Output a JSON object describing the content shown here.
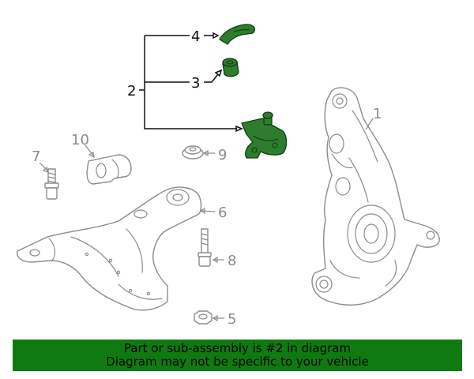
{
  "callouts": {
    "c1": "1",
    "c2": "2",
    "c3": "3",
    "c4": "4",
    "c5": "5",
    "c6": "6",
    "c7": "7",
    "c8": "8",
    "c9": "9",
    "c10": "10"
  },
  "banner": {
    "line1": "Part or sub-assembly is #2 in diagram",
    "line2": "Diagram may not be specific to your vehicle"
  },
  "colors": {
    "highlight": "#2e7d2e",
    "banner_bg": "#0f7a0f",
    "part_line": "#8c8c8c"
  }
}
